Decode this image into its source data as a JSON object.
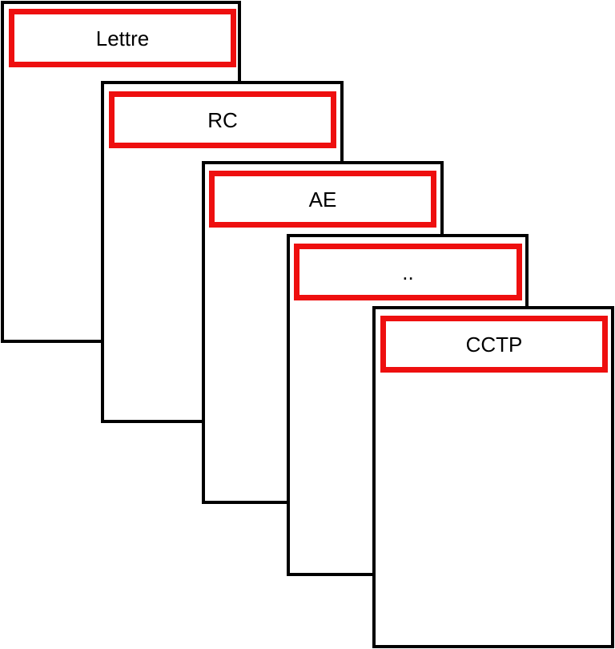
{
  "documents": [
    {
      "label": "Lettre"
    },
    {
      "label": "RC"
    },
    {
      "label": "AE"
    },
    {
      "label": ".."
    },
    {
      "label": "CCTP"
    }
  ],
  "colors": {
    "page_border": "#000000",
    "label_border": "#ee0f0f",
    "background": "#ffffff"
  }
}
